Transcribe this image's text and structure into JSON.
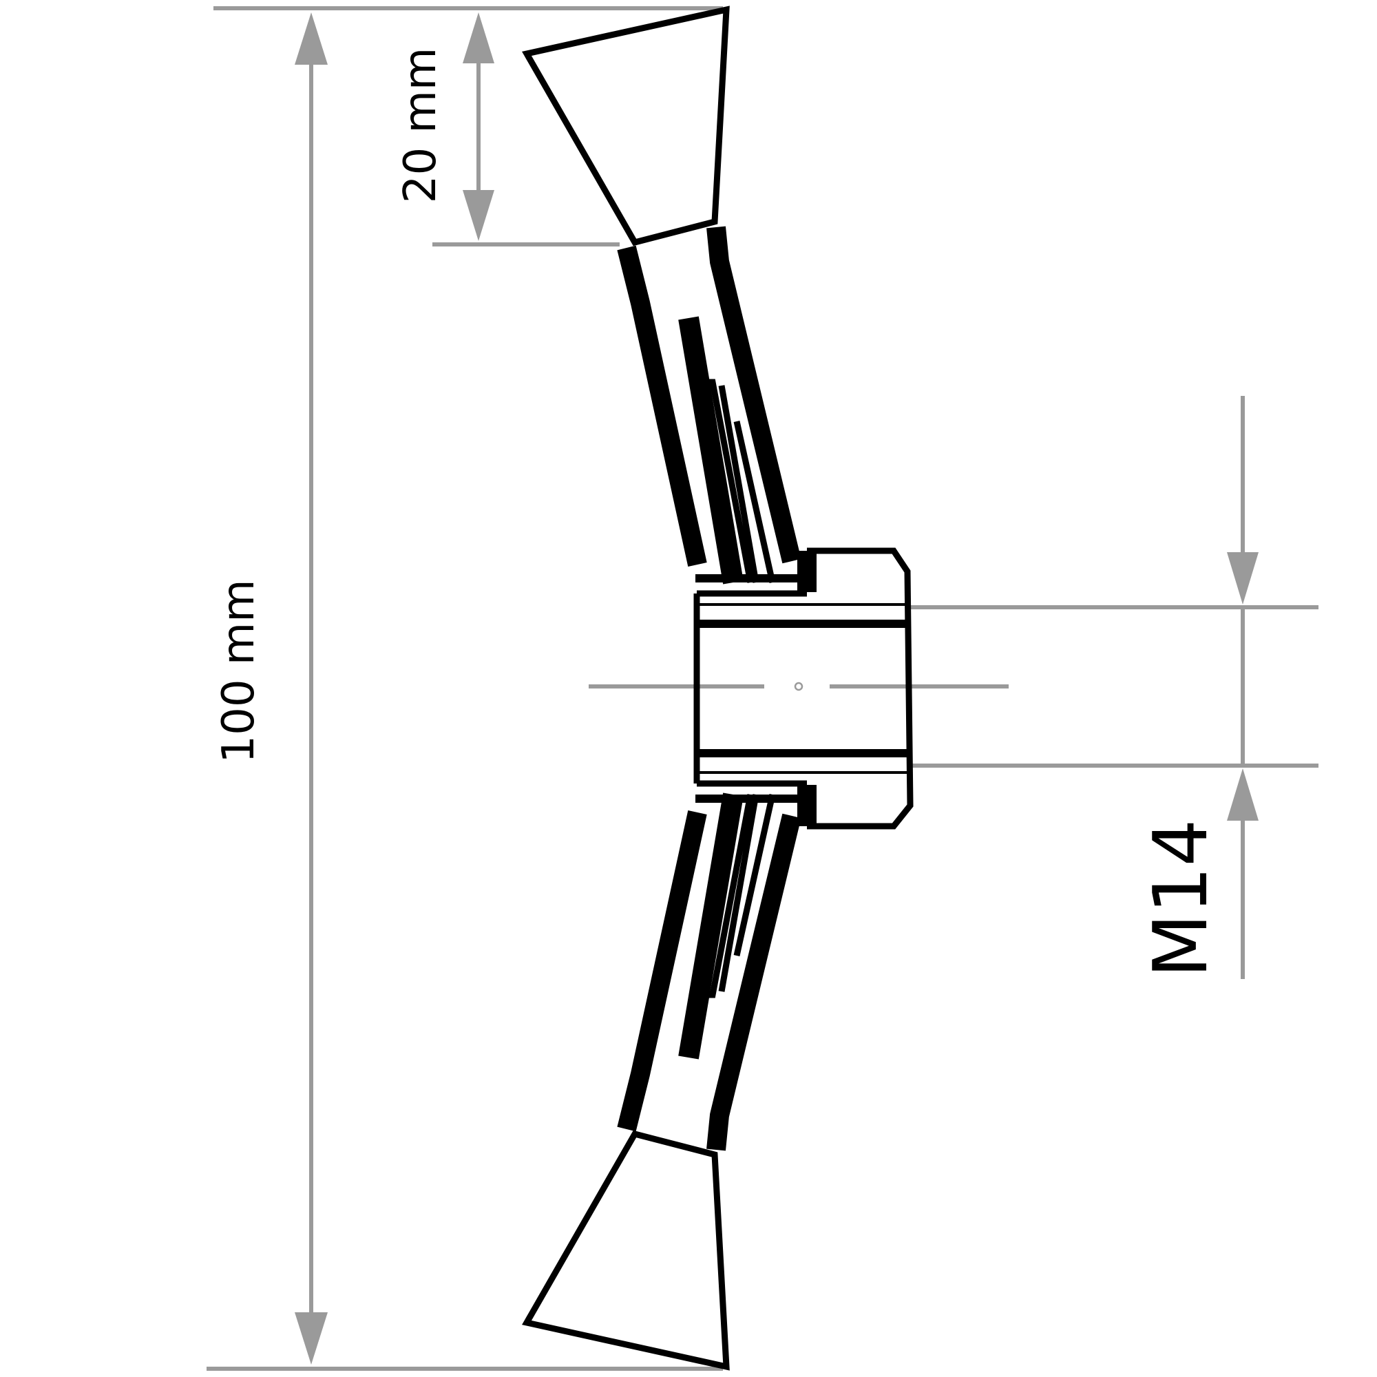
{
  "dimensions": {
    "overall_diameter": {
      "label": "100 mm",
      "value": 100,
      "unit": "mm"
    },
    "trim_length": {
      "label": "20 mm",
      "value": 20,
      "unit": "mm"
    },
    "thread": {
      "label": "M14"
    }
  },
  "colors": {
    "outline": "#000000",
    "dimension_line": "#9a9a9a",
    "background": "#ffffff"
  }
}
